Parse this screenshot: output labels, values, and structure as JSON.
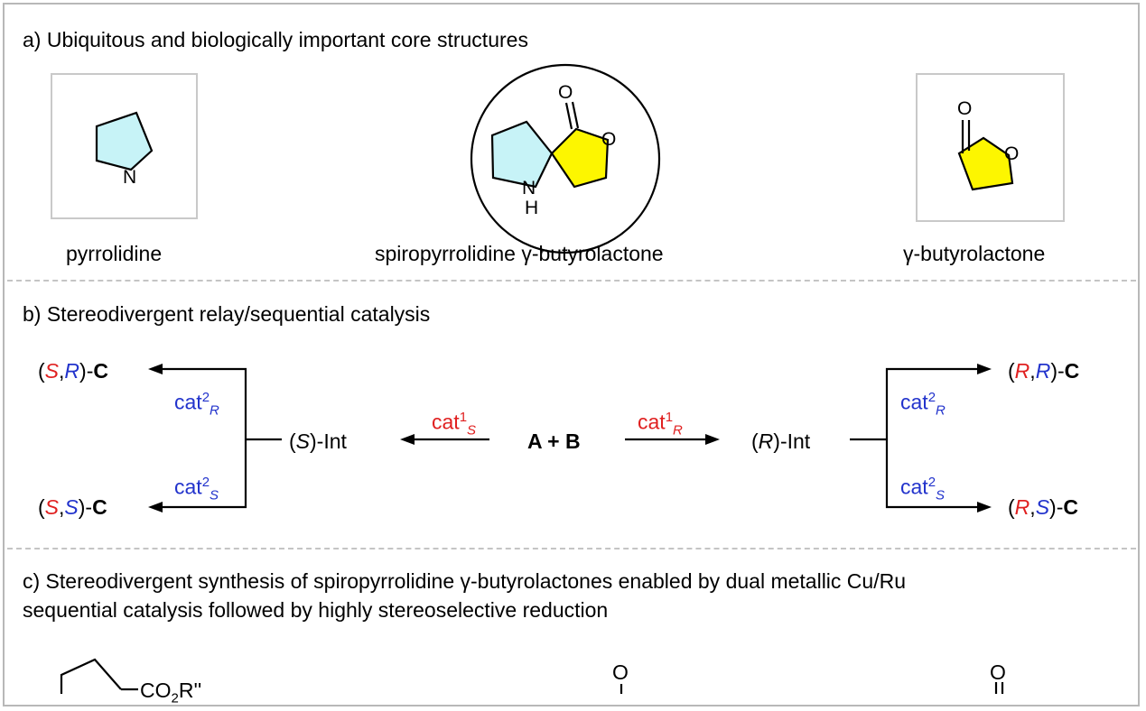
{
  "section_a": {
    "heading": "a) Ubiquitous and biologically important core structures",
    "left_label": "pyrrolidine",
    "center_label": "spiropyrrolidine γ-butyrolactone",
    "right_label": "γ-butyrolactone",
    "atoms": {
      "n": "N",
      "nh_n": "N",
      "nh_h": "H",
      "o": "O"
    }
  },
  "section_b": {
    "heading": "b) Stereodivergent relay/sequential catalysis",
    "center": {
      "a": "A",
      "plus": "+",
      "b": "B"
    },
    "int_left": {
      "open": "(",
      "cfg": "S",
      "close": ")-Int"
    },
    "int_right": {
      "open": "(",
      "cfg": "R",
      "close": ")-Int"
    },
    "cat1": "cat",
    "cat1_sup": "1",
    "cat1_left_sub": "S",
    "cat1_right_sub": "R",
    "cat2": "cat",
    "cat2_sup": "2",
    "sub_r": "R",
    "sub_s": "S",
    "products": {
      "sr": {
        "c1": "S",
        "c2": "R"
      },
      "ss": {
        "c1": "S",
        "c2": "S"
      },
      "rr": {
        "c1": "R",
        "c2": "R"
      },
      "rs": {
        "c1": "R",
        "c2": "S"
      },
      "open": "(",
      "comma": ",",
      "close": ")-",
      "c": "C"
    }
  },
  "section_c": {
    "heading_line1": "c) Stereodivergent synthesis of spiropyrrolidine γ-butyrolactones enabled by dual metallic Cu/Ru",
    "heading_line2": "sequential catalysis followed by highly stereoselective reduction",
    "fragment_text": "CO",
    "fragment_sub": "2",
    "fragment_r": "R''",
    "o1": "O",
    "o2": "O"
  },
  "colors": {
    "cyan": "#c7f3f7",
    "yellow": "#fdf600",
    "red": "#e02020",
    "blue": "#2233cc"
  }
}
